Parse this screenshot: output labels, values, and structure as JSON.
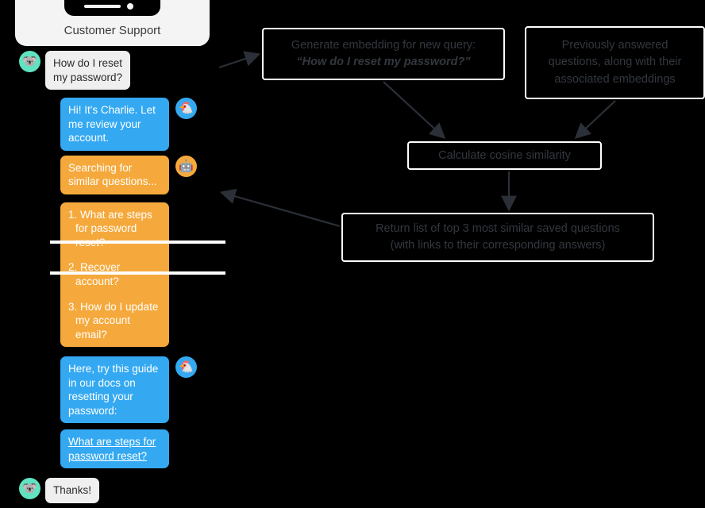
{
  "phone": {
    "title": "Customer Support",
    "notch": {
      "speaker": "speaker-bar",
      "camera": "camera-dot"
    }
  },
  "chat": {
    "messages": [
      {
        "id": "m1",
        "side": "out",
        "type": "user",
        "avatar": "🐨",
        "text": "How do I reset\nmy password?"
      },
      {
        "id": "m2",
        "side": "in",
        "type": "agent",
        "avatar": "🐔",
        "text": "Hi! It's Charlie. Let me review your account."
      },
      {
        "id": "m3",
        "side": "in",
        "type": "bot",
        "avatar": "🤖",
        "text": "Searching for similar questions..."
      },
      {
        "id": "m4",
        "side": "in",
        "type": "agent",
        "avatar": "🐔",
        "text": "Here, try this guide in our docs on resetting your password:"
      },
      {
        "id": "m5",
        "side": "in",
        "type": "link",
        "avatar": "",
        "text": "What are steps for password reset?"
      },
      {
        "id": "m6",
        "side": "out",
        "type": "user",
        "avatar": "🐨",
        "text": "Thanks!"
      }
    ],
    "results": [
      "1. What are steps for password reset?",
      "2. Recover account?",
      "3. How do I update my account email?"
    ]
  },
  "flow": {
    "boxes": [
      {
        "id": "generate-embedding",
        "line1": "Generate embedding for new query:",
        "line2": "“How do I reset my password?”"
      },
      {
        "id": "previous-questions",
        "text": "Previously answered questions, along with their associated embeddings"
      },
      {
        "id": "cosine-similarity",
        "text": "Calculate cosine similarity"
      },
      {
        "id": "return-results",
        "line1": "Return list of top 3 most similar saved questions",
        "line2": "(with links to their corresponding answers)"
      }
    ]
  },
  "colors": {
    "background": "#000000",
    "agent_blue": "#34a9f2",
    "bot_orange": "#f5a93c",
    "user_bubble": "#efefef",
    "user_avatar": "#5fe3c0",
    "phone_header": "#f4f4f4",
    "box_border": "#ffffff",
    "box_text": "#33383f",
    "arrow": "#2b3038"
  }
}
